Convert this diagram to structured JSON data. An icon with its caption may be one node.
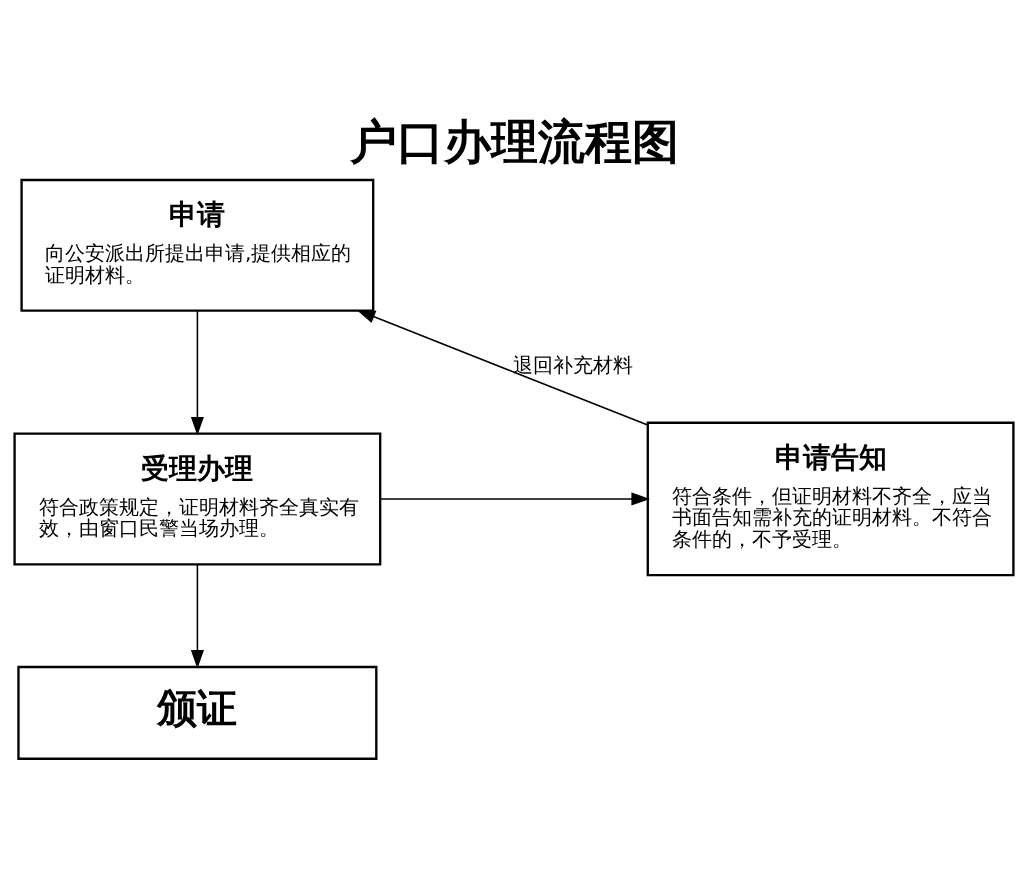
{
  "diagram": {
    "title": "户口办理流程图",
    "nodes": [
      {
        "text": [
          "申请",
          "向公安派出所提出申请,提供相应的证明材料。"
        ]
      },
      {
        "text": [
          "受理办理",
          "符合政策规定，证明材料齐全真实有效，由窗口民警当场办理。"
        ]
      },
      {
        "text": [
          "申请告知",
          "符合条件，但证明材料不齐全，应当书面告知需补充的证明材料。不符合条件的，不予受理。"
        ]
      },
      {
        "text": [
          "颁证"
        ]
      }
    ],
    "edges": [
      {
        "from": 0,
        "to": 1,
        "arrow": "to"
      },
      {
        "from": 1,
        "to": 2,
        "arrow": "to"
      },
      {
        "from": 1,
        "to": 3,
        "arrow": "to"
      },
      {
        "from": 2,
        "to": 0,
        "arrow": "to",
        "label": "退回补充材料"
      }
    ]
  }
}
